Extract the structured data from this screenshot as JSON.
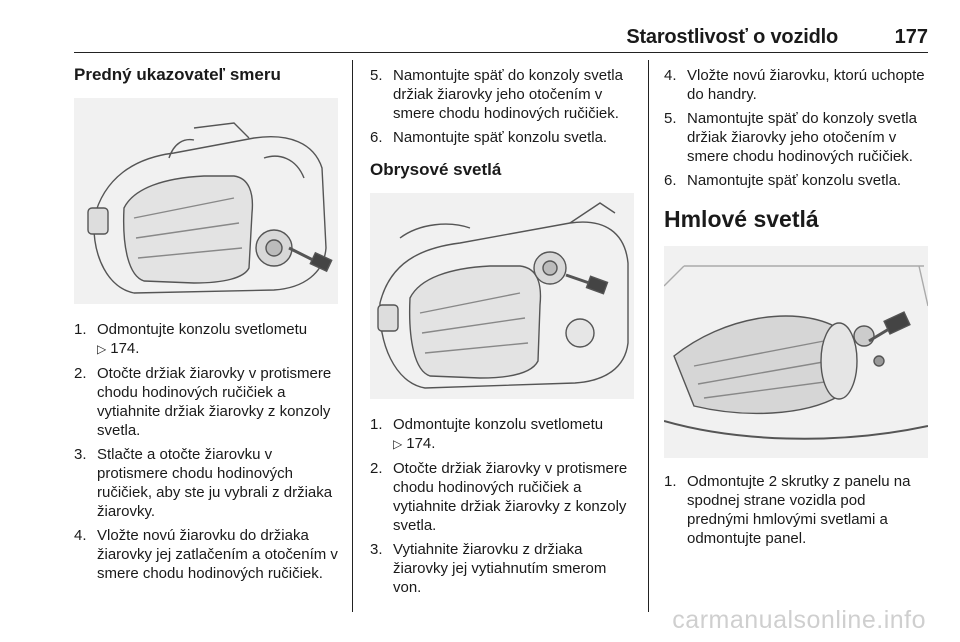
{
  "header": {
    "title": "Starostlivosť o vozidlo",
    "page_number": "177"
  },
  "col1": {
    "title": "Predný ukazovateľ smeru",
    "steps": [
      {
        "num": "1.",
        "text": "Odmontujte konzolu svetlometu",
        "ref": "174."
      },
      {
        "num": "2.",
        "text": "Otočte držiak žiarovky v protismere chodu hodinových ručičiek a vytiahnite držiak žiarovky z konzoly svetla."
      },
      {
        "num": "3.",
        "text": "Stlačte a otočte žiarovku v protismere chodu hodinových ručičiek, aby ste ju vybrali z držiaka žiarovky."
      },
      {
        "num": "4.",
        "text": "Vložte novú žiarovku do držiaka žiarovky jej zatlačením a otočením v smere chodu hodinových ručičiek."
      }
    ]
  },
  "col2": {
    "top_steps": [
      {
        "num": "5.",
        "text": "Namontujte späť do konzoly svetla držiak žiarovky jeho otočením v smere chodu hodinových ručičiek."
      },
      {
        "num": "6.",
        "text": "Namontujte späť konzolu svetla."
      }
    ],
    "title": "Obrysové svetlá",
    "steps": [
      {
        "num": "1.",
        "text": "Odmontujte konzolu svetlometu",
        "ref": "174."
      },
      {
        "num": "2.",
        "text": "Otočte držiak žiarovky v protismere chodu hodinových ručičiek a vytiahnite držiak žiarovky z konzoly svetla."
      },
      {
        "num": "3.",
        "text": "Vytiahnite žiarovku z držiaka žiarovky jej vytiahnutím smerom von."
      }
    ]
  },
  "col3": {
    "top_steps": [
      {
        "num": "4.",
        "text": "Vložte novú žiarovku, ktorú uchopte do handry."
      },
      {
        "num": "5.",
        "text": "Namontujte späť do konzoly svetla držiak žiarovky jeho otočením v smere chodu hodinových ručičiek."
      },
      {
        "num": "6.",
        "text": "Namontujte späť konzolu svetla."
      }
    ],
    "title": "Hmlové svetlá",
    "steps": [
      {
        "num": "1.",
        "text": "Odmontujte 2 skrutky z panelu na spodnej strane vozidla pod prednými hmlovými svetlami a odmontujte panel."
      }
    ]
  },
  "ref_arrow": "▷",
  "watermark": "carmanualsonline.info"
}
